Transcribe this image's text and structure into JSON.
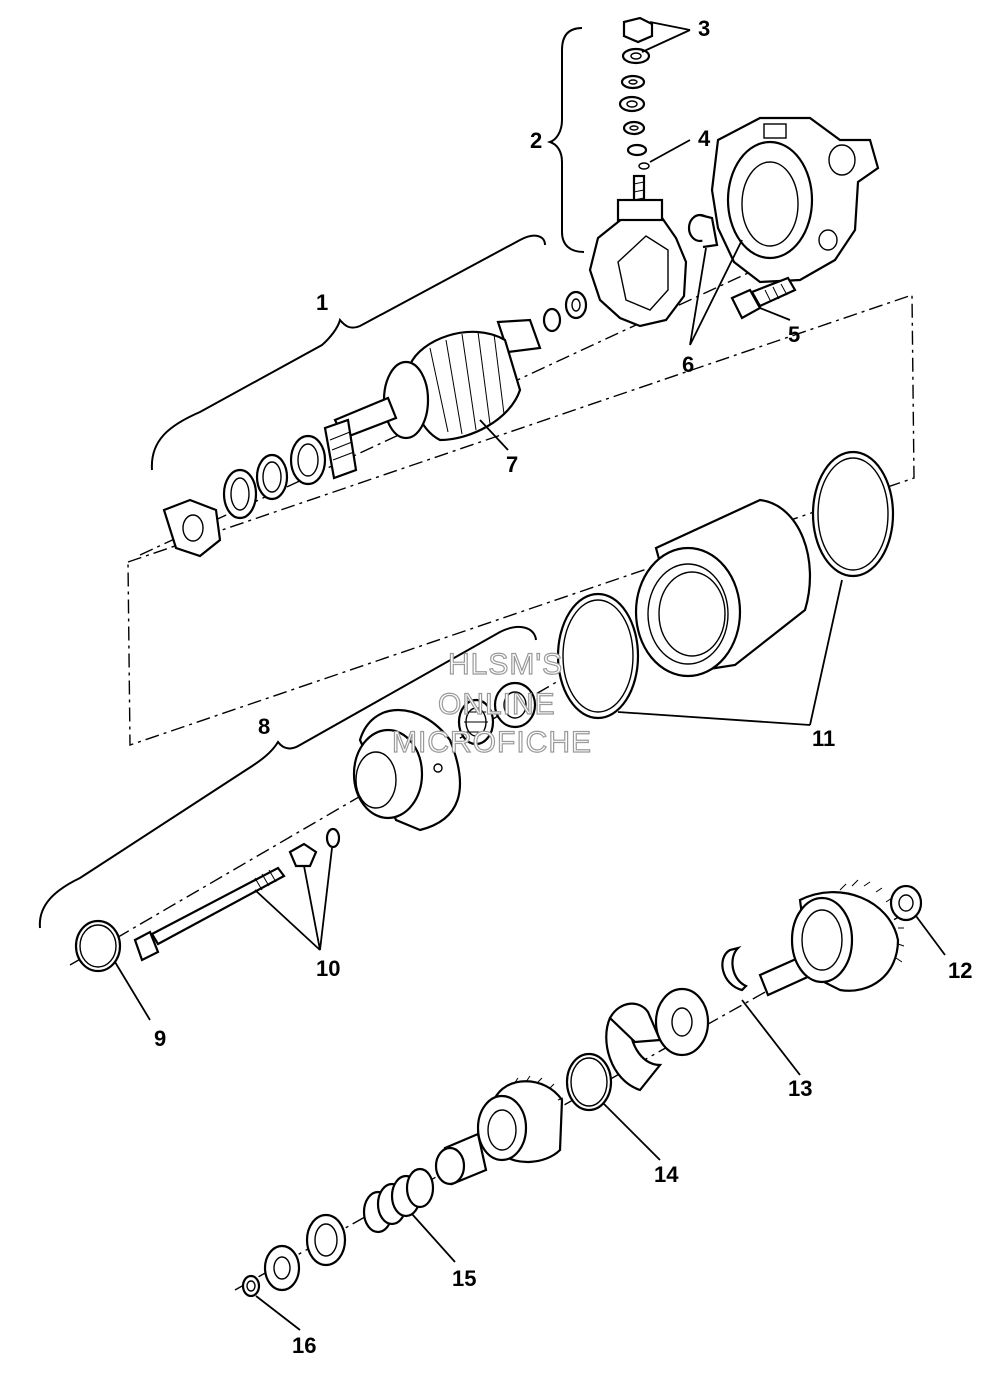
{
  "watermark": {
    "line1": "HLSM'S",
    "line2": "ONLINE",
    "line3": "MICROFICHE"
  },
  "callouts": {
    "c1": "1",
    "c2": "2",
    "c3": "3",
    "c4": "4",
    "c5": "5",
    "c6": "6",
    "c7": "7",
    "c8": "8",
    "c9": "9",
    "c10": "10",
    "c11": "11",
    "c12": "12",
    "c13": "13",
    "c14": "14",
    "c15": "15",
    "c16": "16"
  }
}
